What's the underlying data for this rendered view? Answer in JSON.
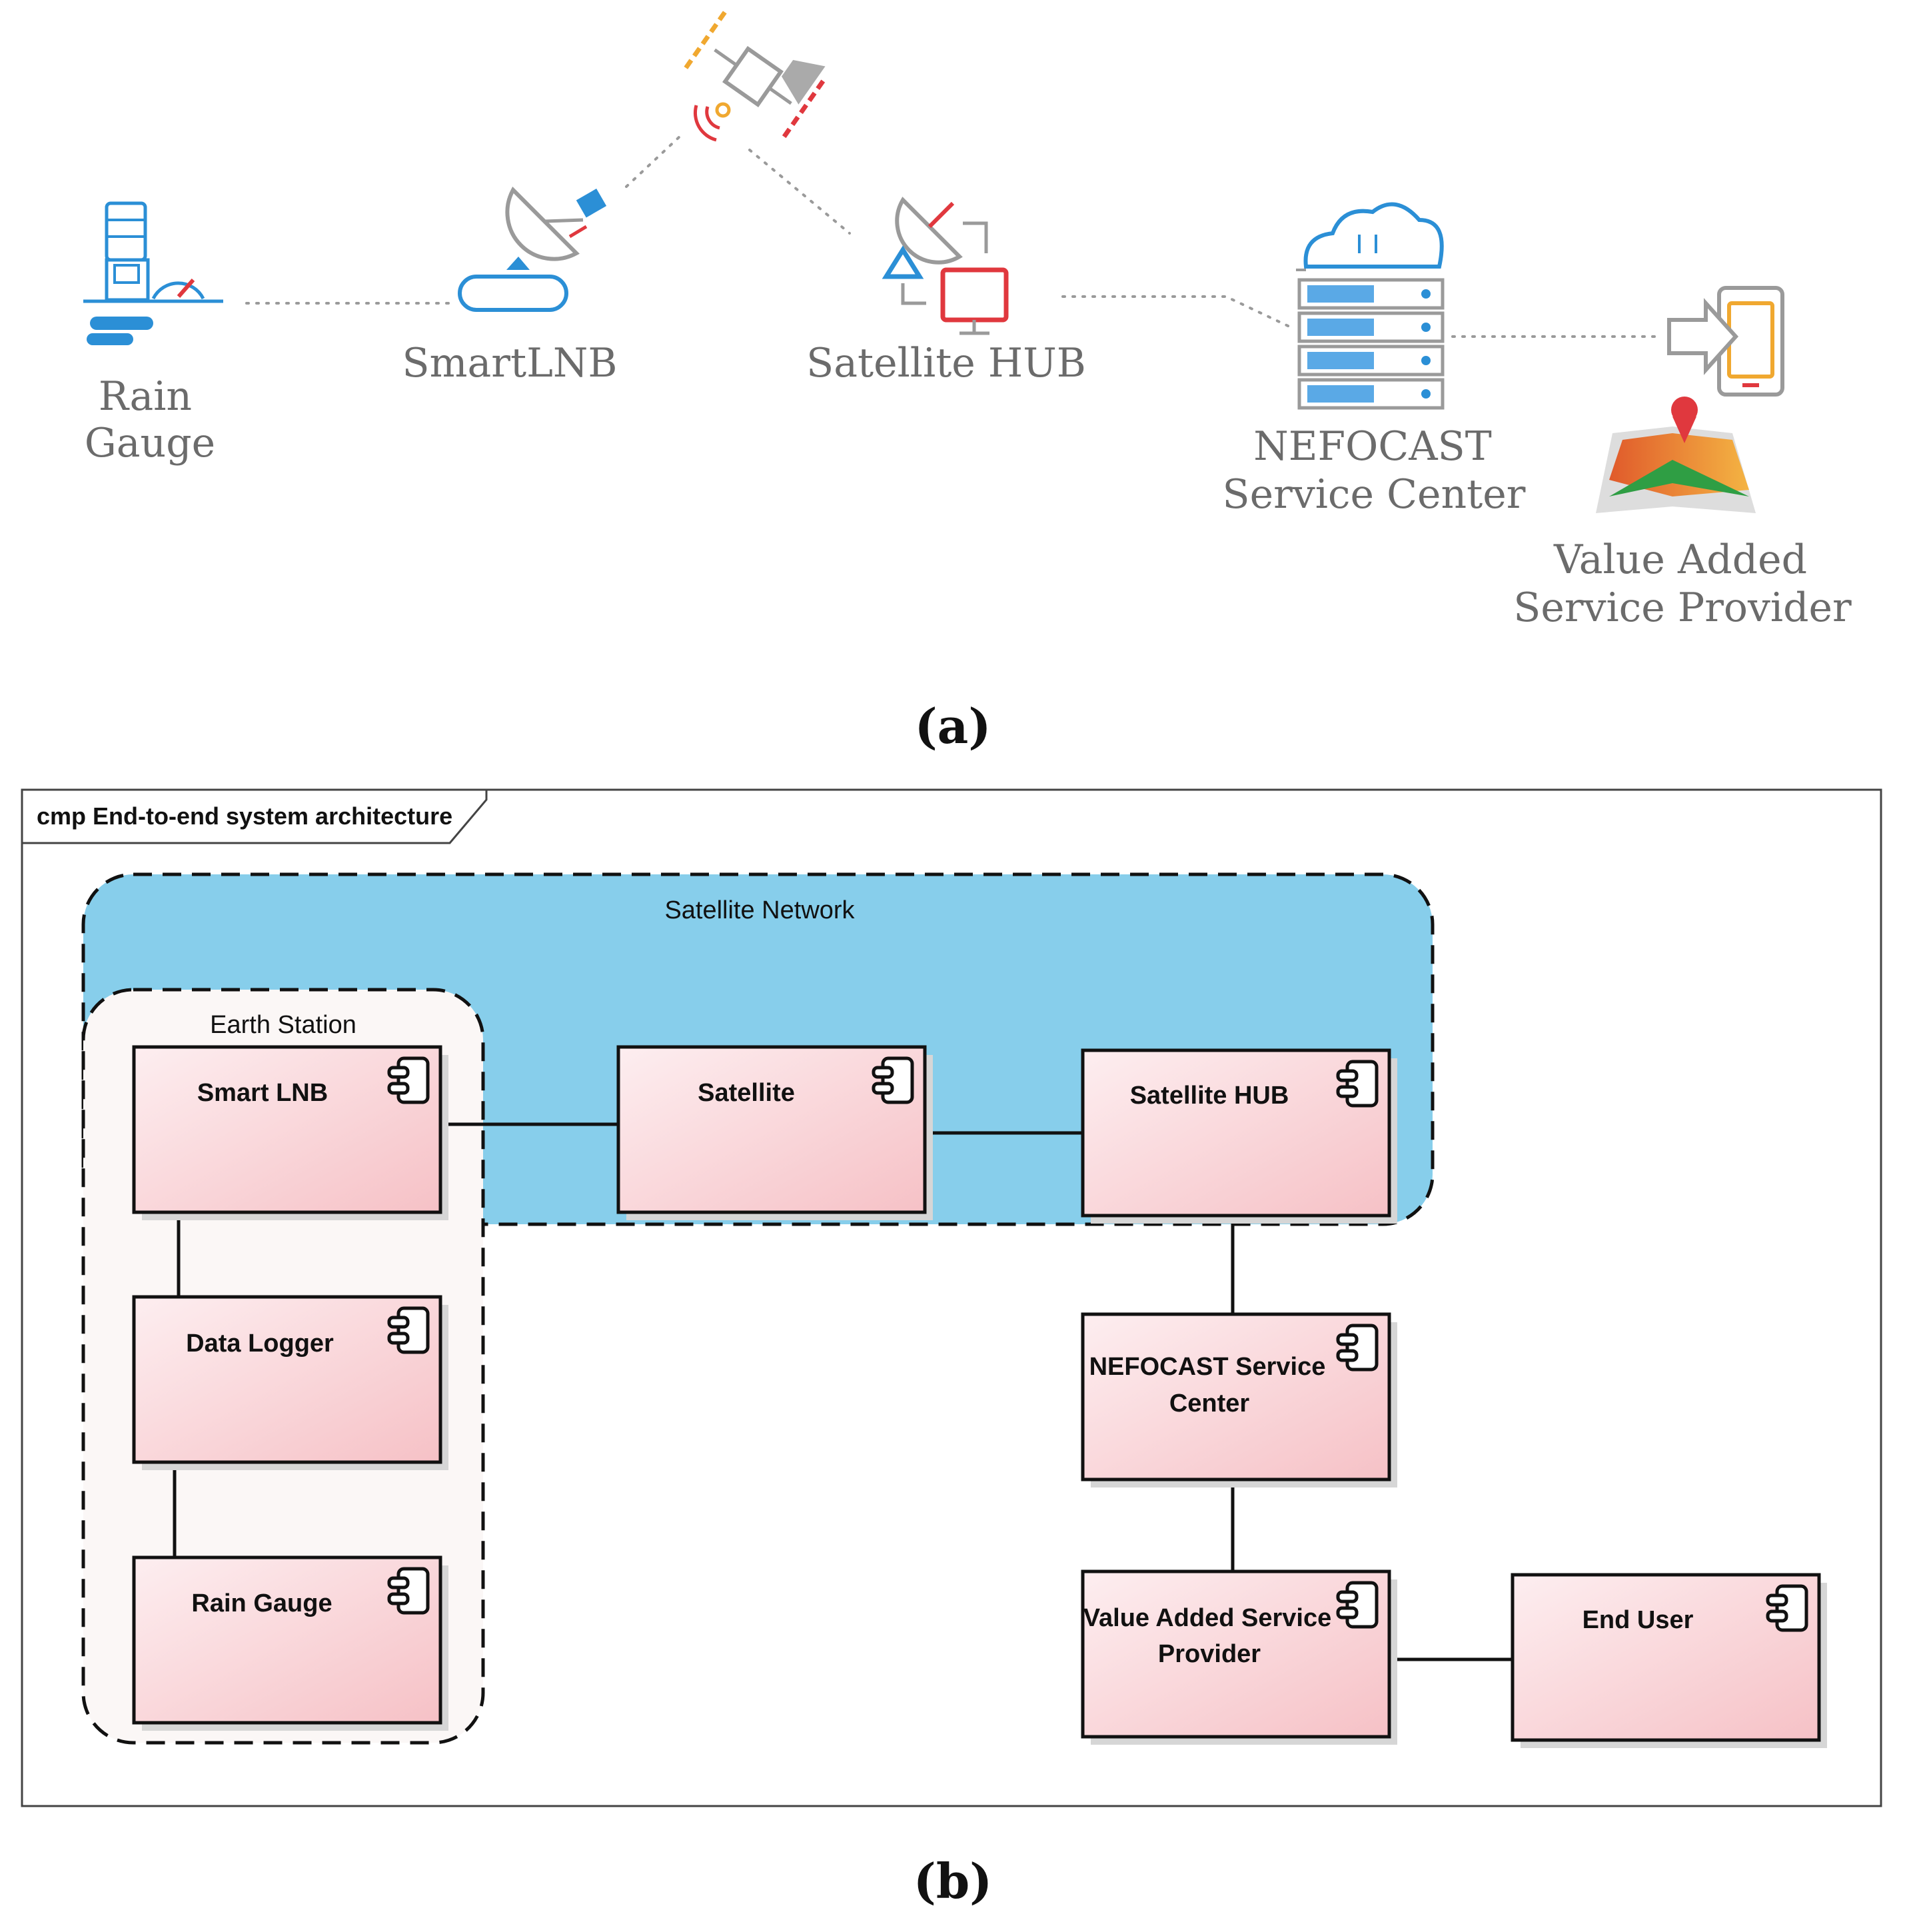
{
  "panel_a": {
    "nodes": [
      {
        "id": "rain-gauge",
        "label_lines": [
          "Rain",
          "Gauge"
        ]
      },
      {
        "id": "smartlnb",
        "label_lines": [
          "SmartLNB"
        ]
      },
      {
        "id": "satellite-hub",
        "label_lines": [
          "Satellite HUB"
        ]
      },
      {
        "id": "nefocast-service-center",
        "label_lines": [
          "NEFOCAST",
          "Service Center"
        ]
      },
      {
        "id": "value-added-service-provider",
        "label_lines": [
          "Value Added",
          "Service Provider"
        ]
      }
    ],
    "caption": "(a)"
  },
  "panel_b": {
    "frame_label": "cmp End-to-end system architecture",
    "regions": {
      "satellite_network": "Satellite Network",
      "earth_station": "Earth Station"
    },
    "components": [
      {
        "id": "smart-lnb",
        "label_lines": [
          "Smart LNB"
        ]
      },
      {
        "id": "satellite",
        "label_lines": [
          "Satellite"
        ]
      },
      {
        "id": "satellite-hub",
        "label_lines": [
          "Satellite HUB"
        ]
      },
      {
        "id": "data-logger",
        "label_lines": [
          "Data Logger"
        ]
      },
      {
        "id": "rain-gauge",
        "label_lines": [
          "Rain Gauge"
        ]
      },
      {
        "id": "nefocast-service-center",
        "label_lines": [
          "NEFOCAST Service",
          "Center"
        ]
      },
      {
        "id": "value-added-service-provider",
        "label_lines": [
          "Value Added Service",
          "Provider"
        ]
      },
      {
        "id": "end-user",
        "label_lines": [
          "End User"
        ]
      }
    ],
    "connections": [
      [
        "smart-lnb",
        "satellite"
      ],
      [
        "satellite",
        "satellite-hub"
      ],
      [
        "smart-lnb",
        "data-logger"
      ],
      [
        "data-logger",
        "rain-gauge"
      ],
      [
        "satellite-hub",
        "nefocast-service-center"
      ],
      [
        "nefocast-service-center",
        "value-added-service-provider"
      ],
      [
        "value-added-service-provider",
        "end-user"
      ]
    ],
    "caption": "(b)"
  },
  "colors": {
    "satellite_network_fill": "#87ceeb",
    "earth_station_fill": "#fbf7f6",
    "component_fill_light": "#fdeef0",
    "component_fill_dark": "#f6c1c6",
    "accent_blue": "#2b8fd6",
    "accent_red": "#e0383e",
    "accent_orange": "#f0a830"
  }
}
